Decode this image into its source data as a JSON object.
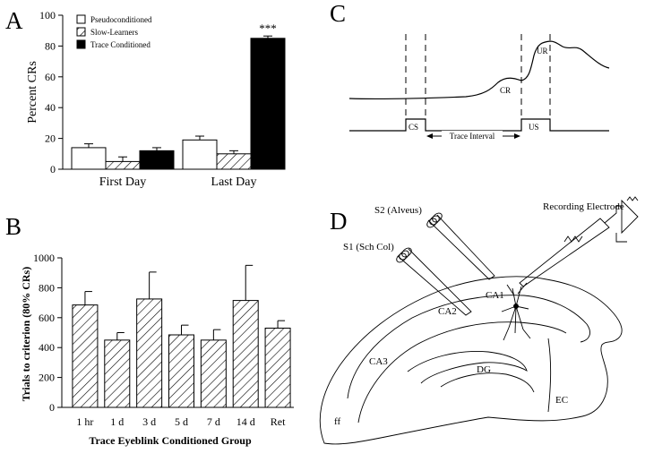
{
  "panels": {
    "A": {
      "letter": "A"
    },
    "B": {
      "letter": "B"
    },
    "C": {
      "letter": "C"
    },
    "D": {
      "letter": "D"
    }
  },
  "chart_data": [
    {
      "panel": "A",
      "type": "bar",
      "categories": [
        "First Day",
        "Last Day"
      ],
      "series": [
        {
          "name": "Pseudoconditioned",
          "values": [
            14,
            19
          ],
          "errors": [
            2.5,
            2.5
          ],
          "fill": "white"
        },
        {
          "name": "Slow-Learners",
          "values": [
            5,
            10
          ],
          "errors": [
            3,
            2
          ],
          "fill": "hatched"
        },
        {
          "name": "Trace Conditioned",
          "values": [
            12,
            85
          ],
          "errors": [
            2,
            1.5
          ],
          "fill": "black"
        }
      ],
      "ylabel": "Percent CRs",
      "xlabel": "",
      "ylim": [
        0,
        100
      ],
      "yticks": [
        0,
        20,
        40,
        60,
        80,
        100
      ],
      "annotation": "***",
      "legend_position": "top-left"
    },
    {
      "panel": "B",
      "type": "bar",
      "categories": [
        "1 hr",
        "1 d",
        "3 d",
        "5 d",
        "7 d",
        "14 d",
        "Ret"
      ],
      "values": [
        685,
        450,
        725,
        485,
        450,
        715,
        530
      ],
      "errors": [
        90,
        50,
        180,
        65,
        70,
        235,
        50
      ],
      "fill": "hatched",
      "ylabel": "Trials to criterion (80% CRs)",
      "xlabel": "Trace Eyeblink Conditioned Group",
      "ylim": [
        0,
        1000
      ],
      "yticks": [
        0,
        200,
        400,
        600,
        800,
        1000
      ]
    }
  ],
  "panel_C": {
    "labels": {
      "cr": "CR",
      "ur": "UR",
      "cs": "CS",
      "us": "US",
      "interval": "Trace Interval"
    }
  },
  "panel_D": {
    "labels": {
      "s2": "S2 (Alveus)",
      "s1": "S1 (Sch Col)",
      "recording": "Recording Electrode",
      "ca1": "CA1",
      "ca2": "CA2",
      "ca3": "CA3",
      "dg": "DG",
      "ec": "EC",
      "ff": "ff"
    }
  }
}
